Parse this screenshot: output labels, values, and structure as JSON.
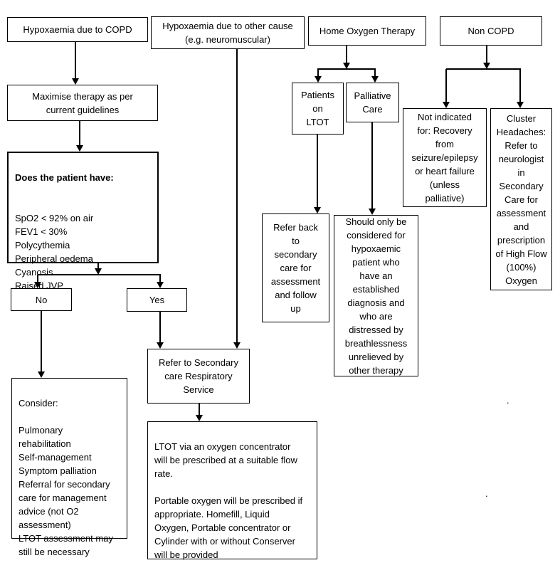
{
  "page": {
    "background": "#ffffff",
    "ink": "#000000"
  },
  "nodes": {
    "copd": "Hypoxaemia due to COPD",
    "other_cause": "Hypoxaemia due to other cause\n(e.g. neuromuscular)",
    "home_oxygen": "Home Oxygen Therapy",
    "non_copd": "Non COPD",
    "maximise": "Maximise therapy as per\ncurrent guidelines",
    "patient_have_title": "Does the patient have:",
    "patient_have_items": "SpO2 < 92% on air\nFEV1 < 30%\nPolycythemia\nPeripheral oedema\nCyanosis\nRaised JVP",
    "patients_on_ltot": "Patients\non\nLTOT",
    "palliative_care": "Palliative\nCare",
    "not_indicated": "Not indicated\nfor: Recovery\nfrom\nseizure/epilepsy\nor heart failure\n(unless\npalliative)",
    "cluster_headaches": "Cluster\nHeadaches:\nRefer to\nneurologist\nin\nSecondary\nCare for\nassessment\nand\nprescription\nof High Flow\n(100%)\nOxygen",
    "no": "No",
    "yes": "Yes",
    "refer_secondary": "Refer to Secondary\ncare Respiratory\nService",
    "consider": "Consider:\n\nPulmonary\nrehabilitation\nSelf-management\nSymptom palliation\nReferral for secondary\ncare for management\nadvice (not O2\nassessment)\nLTOT assessment may\nstill be necessary",
    "refer_back": "Refer back\nto\nsecondary\ncare for\nassessment\nand follow\nup",
    "should_only": "Should only be\nconsidered for\nhypoxaemic\npatient who\nhave an\nestablished\ndiagnosis and\nwho are\ndistressed by\nbreathlessness\nunrelieved by\nother therapy",
    "ltot_prescription": "LTOT via an oxygen concentrator\nwill be prescribed at a suitable flow\nrate.\n\nPortable oxygen will be prescribed if\nappropriate. Homefill, Liquid\nOxygen, Portable concentrator or\nCylinder with or without Conserver\nwill be provided",
    "stray_dot": "."
  }
}
